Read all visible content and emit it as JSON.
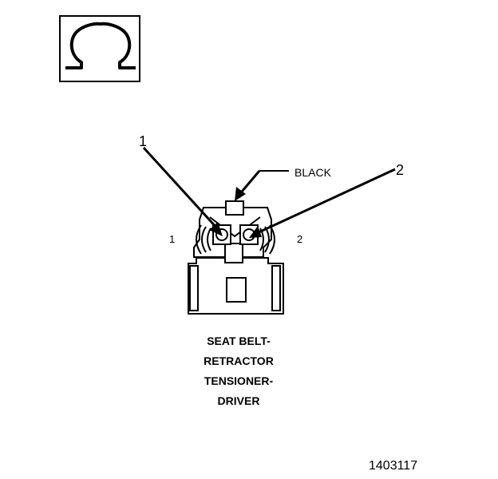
{
  "symbol": {
    "icon": "ohm-symbol-icon",
    "glyph": "Ω"
  },
  "callouts": [
    {
      "number": "1"
    },
    {
      "number": "2"
    }
  ],
  "pin_labels": [
    "1",
    "2"
  ],
  "wire_color": "BLACK",
  "connector_name": [
    "SEAT BELT-",
    "RETRACTOR",
    "TENSIONER-",
    "DRIVER"
  ],
  "figure_id": "1403117"
}
